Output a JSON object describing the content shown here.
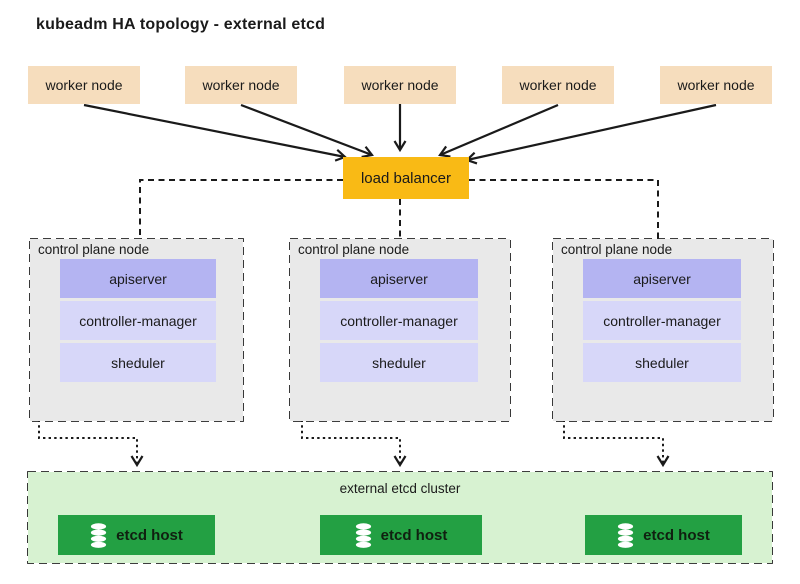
{
  "title": "kubeadm HA topology - external etcd",
  "workers": [
    {
      "label": "worker node"
    },
    {
      "label": "worker node"
    },
    {
      "label": "worker node"
    },
    {
      "label": "worker node"
    },
    {
      "label": "worker node"
    }
  ],
  "load_balancer": {
    "label": "load balancer"
  },
  "control_planes": [
    {
      "label": "control plane node",
      "components": [
        {
          "label": "apiserver"
        },
        {
          "label": "controller-manager"
        },
        {
          "label": "sheduler"
        }
      ]
    },
    {
      "label": "control plane node",
      "components": [
        {
          "label": "apiserver"
        },
        {
          "label": "controller-manager"
        },
        {
          "label": "sheduler"
        }
      ]
    },
    {
      "label": "control plane node",
      "components": [
        {
          "label": "apiserver"
        },
        {
          "label": "controller-manager"
        },
        {
          "label": "sheduler"
        }
      ]
    }
  ],
  "etcd_cluster": {
    "label": "external etcd cluster",
    "hosts": [
      {
        "label": "etcd host",
        "icon": "database-icon"
      },
      {
        "label": "etcd host",
        "icon": "database-icon"
      },
      {
        "label": "etcd host",
        "icon": "database-icon"
      }
    ]
  },
  "colors": {
    "worker_bg": "#F6DDBD",
    "lb_bg": "#F9BA15",
    "cp_bg": "#E9E9E9",
    "apiserver_bg": "#B4B4F2",
    "component_bg": "#D7D7F9",
    "etcd_cluster_bg": "#D7F2D1",
    "etcd_host_bg": "#23A043",
    "line": "#1A1A1A",
    "text": "#1A1A1A"
  }
}
